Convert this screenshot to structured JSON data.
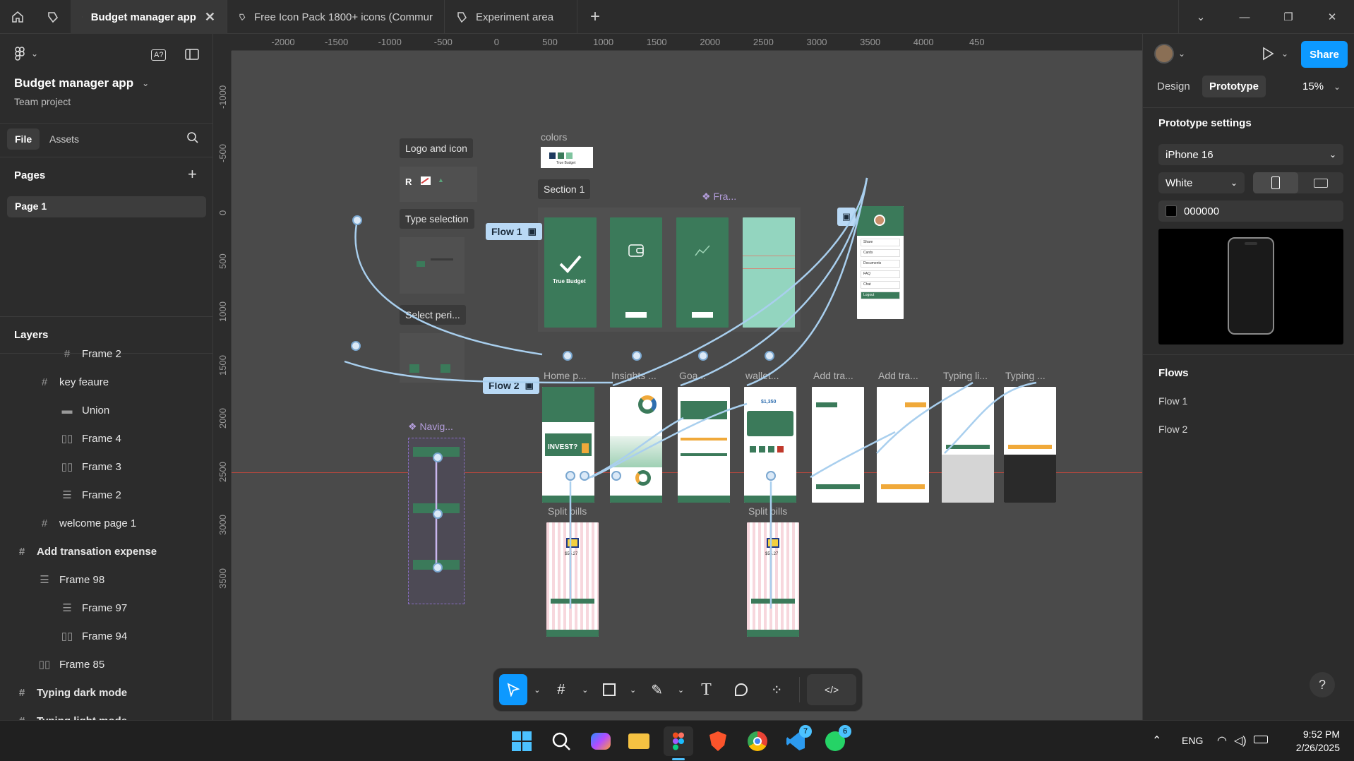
{
  "tabs": [
    {
      "label": "Budget manager app",
      "active": true
    },
    {
      "label": "Free Icon Pack 1800+ icons (Commur",
      "active": false
    },
    {
      "label": "Experiment area",
      "active": false
    }
  ],
  "file": {
    "name": "Budget manager app",
    "subtitle": "Team project"
  },
  "left_tabs": {
    "file": "File",
    "assets": "Assets"
  },
  "pages": {
    "title": "Pages",
    "items": [
      "Page 1"
    ]
  },
  "layers": {
    "title": "Layers",
    "items": [
      {
        "label": "Frame 2",
        "indent": 2,
        "icon": "frame"
      },
      {
        "label": "key feaure",
        "indent": 1,
        "icon": "grid"
      },
      {
        "label": "Union",
        "indent": 2,
        "icon": "union"
      },
      {
        "label": "Frame 4",
        "indent": 2,
        "icon": "autolayout"
      },
      {
        "label": "Frame 3",
        "indent": 2,
        "icon": "autolayout"
      },
      {
        "label": "Frame 2",
        "indent": 2,
        "icon": "vstack"
      },
      {
        "label": "welcome page 1",
        "indent": 1,
        "icon": "grid"
      },
      {
        "label": "Add transation expense",
        "indent": 0,
        "icon": "grid"
      },
      {
        "label": "Frame 98",
        "indent": 1,
        "icon": "vstack"
      },
      {
        "label": "Frame 97",
        "indent": 2,
        "icon": "vstack"
      },
      {
        "label": "Frame 94",
        "indent": 2,
        "icon": "autolayout"
      },
      {
        "label": "Frame 85",
        "indent": 1,
        "icon": "autolayout"
      },
      {
        "label": "Typing dark mode",
        "indent": 0,
        "icon": "grid"
      },
      {
        "label": "Typing light mode",
        "indent": 0,
        "icon": "grid"
      }
    ]
  },
  "ruler_top": [
    "-2000",
    "-1500",
    "-1000",
    "-500",
    "0",
    "500",
    "1000",
    "1500",
    "2000",
    "2500",
    "3000",
    "3500",
    "4000",
    "450"
  ],
  "ruler_left": [
    "-1000",
    "-500",
    "0",
    "500",
    "1000",
    "1500",
    "2000",
    "2500",
    "3000",
    "3500"
  ],
  "canvas": {
    "logo_label": "Logo and icon",
    "type_label": "Type selection",
    "select_label": "Select peri...",
    "nav_label": "❖ Navig...",
    "colors_label": "colors",
    "colors_card_text": "True Budget",
    "section_label": "Section 1",
    "flow1": "Flow 1",
    "flow2": "Flow 2",
    "fra_label": "❖ Fra...",
    "screen_titles": [
      "Home p...",
      "Insights ...",
      "Goa...",
      "wallet...",
      "Add tra...",
      "Add tra...",
      "Typing li...",
      "Typing ..."
    ],
    "split_bills_1": "Split bills",
    "split_bills_2": "Split bills",
    "true_budget": "True Budget",
    "invest": "INVEST?",
    "amount": "$1,350",
    "split_amount": "$55.27",
    "logo_letter": "R",
    "profile_menu": [
      "Share",
      "Cards",
      "Documents",
      "FAQ",
      "Chat",
      "Logout"
    ]
  },
  "right": {
    "tab_design": "Design",
    "tab_prototype": "Prototype",
    "zoom": "15%",
    "share": "Share",
    "settings_title": "Prototype settings",
    "device": "iPhone 16",
    "color_mode": "White",
    "bg_hex": "000000",
    "flows_title": "Flows",
    "flows": [
      "Flow 1",
      "Flow 2"
    ],
    "help": "?"
  },
  "taskbar": {
    "lang": "ENG",
    "time": "9:52 PM",
    "date": "2/26/2025",
    "badge1": "7",
    "badge2": "6"
  },
  "colors": {
    "accent": "#0d99ff",
    "green": "#3b7a5a",
    "flow": "#a9cfee",
    "pink": "#f3c7cf"
  }
}
